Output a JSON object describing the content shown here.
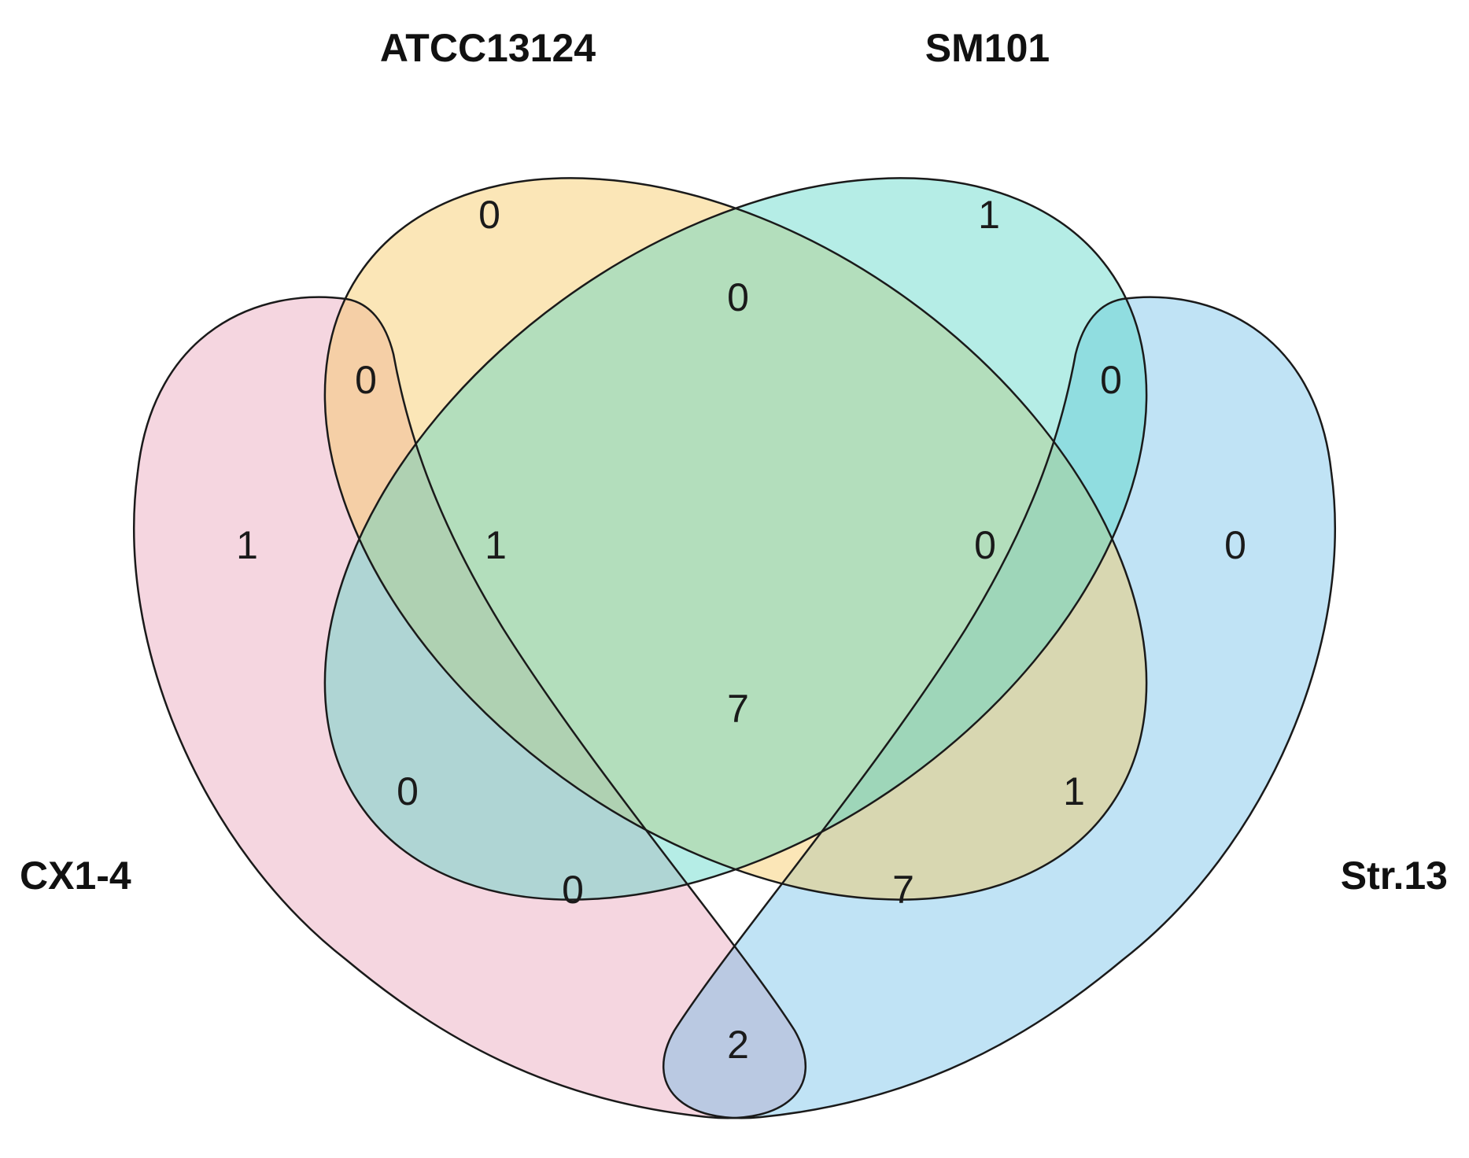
{
  "sets": [
    {
      "id": "cx",
      "name": "CX1-4",
      "color": "#e9a3bb"
    },
    {
      "id": "atcc",
      "name": "ATCC13124",
      "color": "#f7c85f"
    },
    {
      "id": "sm",
      "name": "SM101",
      "color": "#4fd3c4"
    },
    {
      "id": "str",
      "name": "Str.13",
      "color": "#59b6e6"
    }
  ],
  "regions": [
    {
      "sets": [
        "atcc"
      ],
      "value": "0"
    },
    {
      "sets": [
        "sm"
      ],
      "value": "1"
    },
    {
      "sets": [
        "cx"
      ],
      "value": "1"
    },
    {
      "sets": [
        "str"
      ],
      "value": "0"
    },
    {
      "sets": [
        "atcc",
        "sm"
      ],
      "value": "0"
    },
    {
      "sets": [
        "cx",
        "atcc"
      ],
      "value": "0"
    },
    {
      "sets": [
        "sm",
        "str"
      ],
      "value": "0"
    },
    {
      "sets": [
        "cx",
        "atcc",
        "sm"
      ],
      "value": "1"
    },
    {
      "sets": [
        "atcc",
        "sm",
        "str"
      ],
      "value": "0"
    },
    {
      "sets": [
        "cx",
        "atcc",
        "sm",
        "str"
      ],
      "value": "7"
    },
    {
      "sets": [
        "cx",
        "sm"
      ],
      "value": "0"
    },
    {
      "sets": [
        "atcc",
        "str"
      ],
      "value": "1"
    },
    {
      "sets": [
        "cx",
        "sm",
        "str"
      ],
      "value": "0"
    },
    {
      "sets": [
        "cx",
        "atcc",
        "str"
      ],
      "value": "7"
    },
    {
      "sets": [
        "cx",
        "str"
      ],
      "value": "2"
    }
  ]
}
